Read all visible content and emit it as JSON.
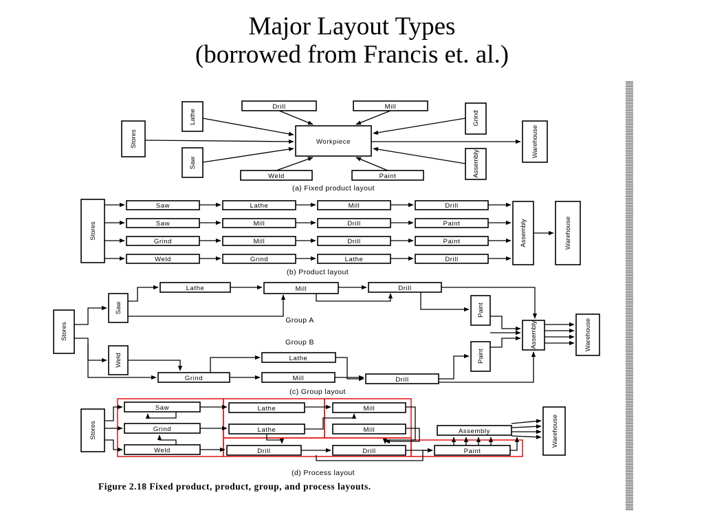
{
  "title": {
    "line1": "Major Layout Types",
    "line2": "(borrowed from Francis et. al.)"
  },
  "labels": {
    "workpiece": "Workpiece",
    "stores": "Stores",
    "warehouse": "Warehouse",
    "assembly": "Assembly",
    "saw": "Saw",
    "lathe": "Lathe",
    "mill": "Mill",
    "drill": "Drill",
    "grind": "Grind",
    "weld": "Weld",
    "paint": "Paint",
    "group_a": "Group A",
    "group_b": "Group B"
  },
  "captions": {
    "a": "(a)  Fixed product layout",
    "b": "(b)   Product layout",
    "c": "(c)  Group layout",
    "d": "(d)  Process layout",
    "figure": "Figure 2.18     Fixed product, product, group, and process layouts."
  },
  "product_layout": {
    "lines": [
      [
        "Saw",
        "Lathe",
        "Mill",
        "Drill"
      ],
      [
        "Saw",
        "Mill",
        "Drill",
        "Paint"
      ],
      [
        "Grind",
        "Mill",
        "Drill",
        "Paint"
      ],
      [
        "Weld",
        "Grind",
        "Lathe",
        "Drill"
      ]
    ]
  },
  "colors": {
    "ink": "#000000",
    "highlight": "#e01010",
    "background": "#ffffff"
  }
}
